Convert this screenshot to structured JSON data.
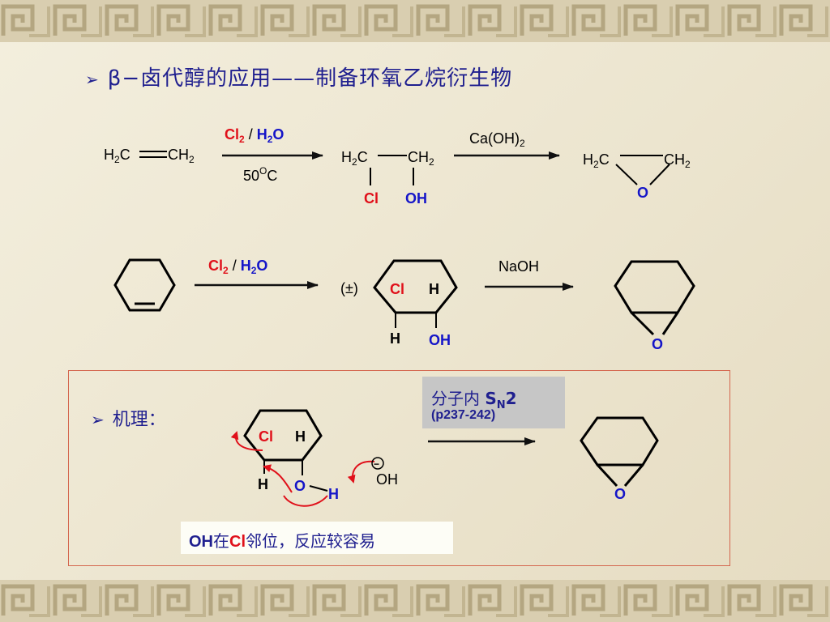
{
  "title": "β−卤代醇的应用——制备环氧乙烷衍生物",
  "row1": {
    "ethylene": [
      "H",
      "2",
      "C",
      "CH",
      "2"
    ],
    "reagent1": {
      "cl": "Cl",
      "cl_sub": "2",
      "slash": " / ",
      "h": "H",
      "h_sub": "2",
      "o": "O"
    },
    "cond1": {
      "num": "50",
      "deg": "O",
      "unit": "C"
    },
    "halohydrin": {
      "left": "H",
      "left_sub": "2",
      "leftC": "C",
      "right": "CH",
      "right_sub": "2",
      "cl": "Cl",
      "oh": "OH"
    },
    "reagent2": {
      "base": "Ca(OH)",
      "sub": "2"
    },
    "epoxide": {
      "left": "H",
      "left_sub": "2",
      "leftC": "C",
      "right": "CH",
      "right_sub": "2",
      "o": "O"
    }
  },
  "row2": {
    "reagent1": {
      "cl": "Cl",
      "cl_sub": "2",
      "slash": " / ",
      "h": "H",
      "h_sub": "2",
      "o": "O"
    },
    "racemic": "(±)",
    "cl": "Cl",
    "h1": "H",
    "h2": "H",
    "oh": "OH",
    "reagent2": "NaOH",
    "o": "O"
  },
  "mechanism": {
    "label": "机理：",
    "sn2_prefix": "分子内 ",
    "sn2_S": "S",
    "sn2_N": "N",
    "sn2_2": "2",
    "pages": "(p237-242)",
    "cl": "Cl",
    "h_top": "H",
    "h_left": "H",
    "o": "O",
    "h_o": "H",
    "minus": "−",
    "oh_ion": "OH",
    "product_o": "O",
    "note_oh": "OH",
    "note_zai": "在",
    "note_cl": "Cl",
    "note_rest": "邻位，反应较容易"
  },
  "colors": {
    "red": "#e0101a",
    "blue": "#1515c8",
    "navy": "#1f1f8f",
    "box_border": "#d4674f",
    "sn2_bg": "#c6c6c6"
  }
}
